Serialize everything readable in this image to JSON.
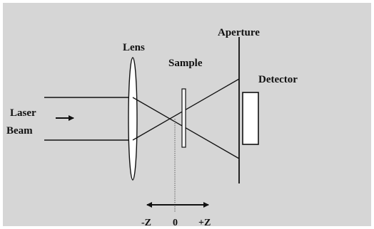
{
  "diagram": {
    "background_color": "#d6d6d6",
    "frame_color": "#ffffff",
    "line_color": "#111111",
    "labels": {
      "aperture": "Aperture",
      "lens": "Lens",
      "sample": "Sample",
      "detector": "Detector",
      "laser_line1": "Laser",
      "laser_line2": "Beam",
      "minus_z": "-Z",
      "zero": "0",
      "plus_z": "+Z"
    }
  }
}
